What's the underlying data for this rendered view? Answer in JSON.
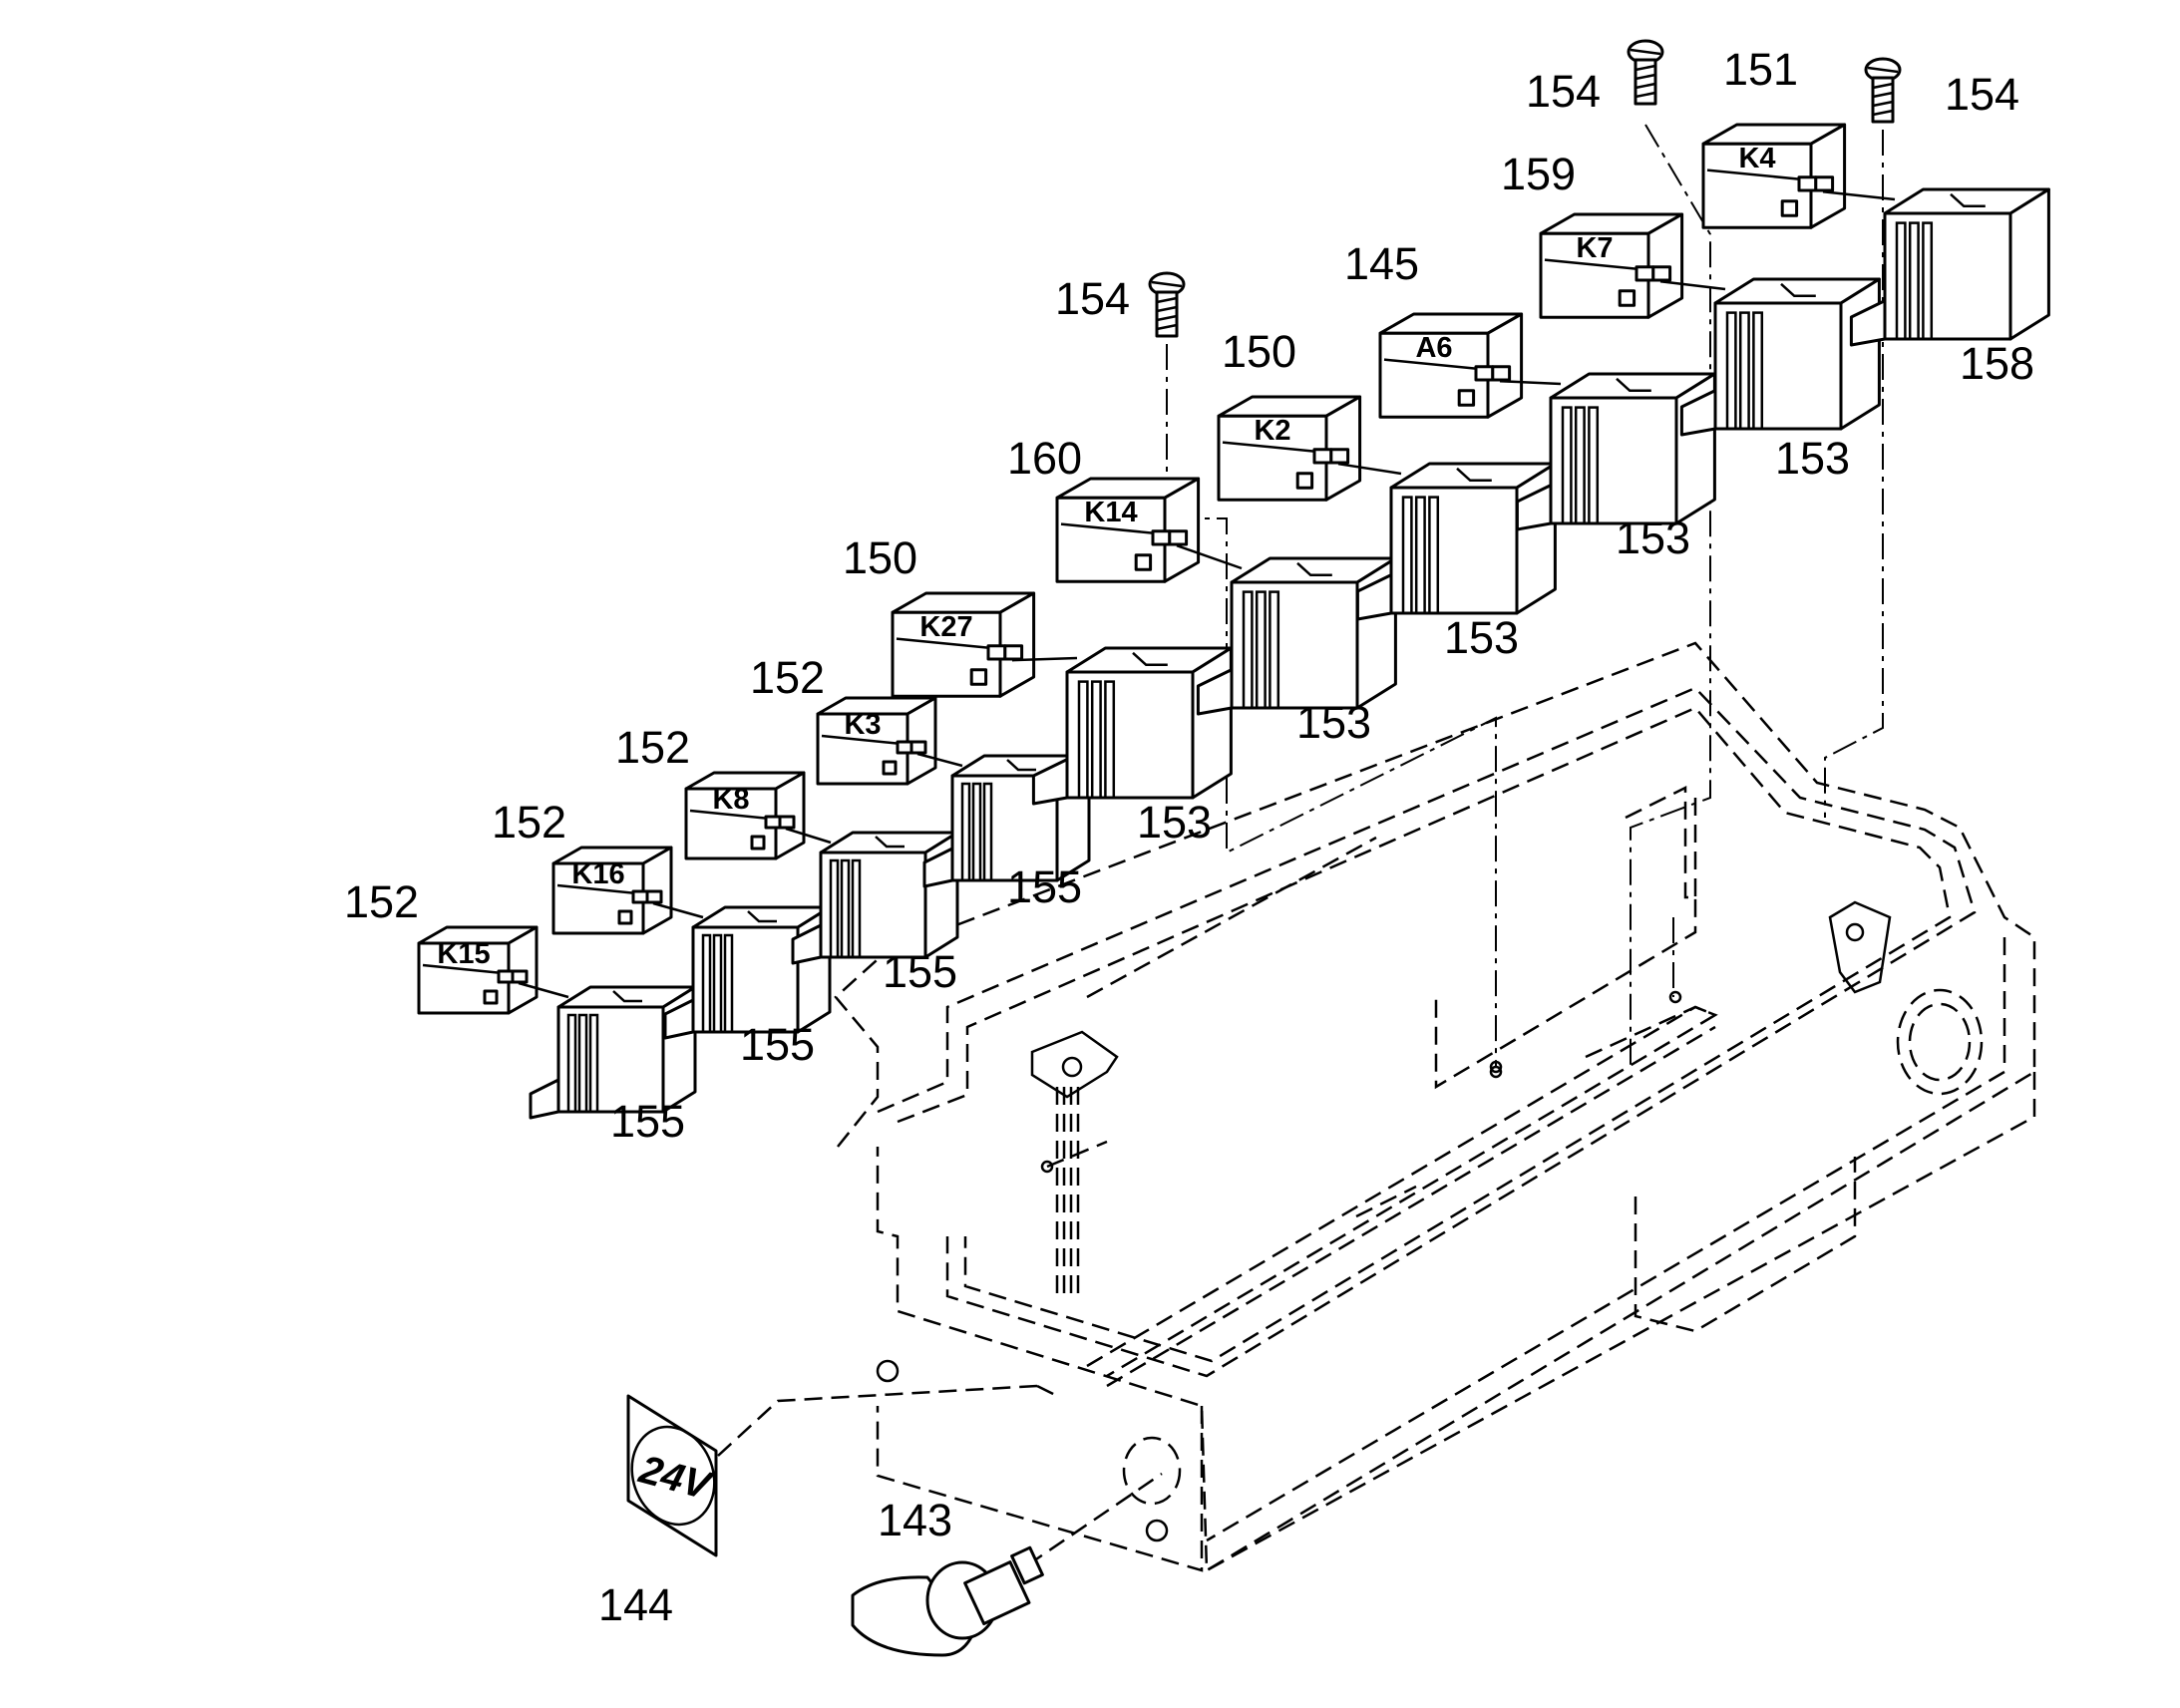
{
  "diagram": {
    "relays": [
      {
        "id": "K15",
        "label": "K15",
        "part": "152",
        "socket_part": "155"
      },
      {
        "id": "K16",
        "label": "K16",
        "part": "152",
        "socket_part": "155"
      },
      {
        "id": "K8",
        "label": "K8",
        "part": "152",
        "socket_part": "155"
      },
      {
        "id": "K3",
        "label": "K3",
        "part": "152",
        "socket_part": "155"
      },
      {
        "id": "K27",
        "label": "K27",
        "part": "150",
        "socket_part": "153"
      },
      {
        "id": "K14",
        "label": "K14",
        "part": "160",
        "socket_part": "153"
      },
      {
        "id": "K2",
        "label": "K2",
        "part": "150",
        "socket_part": "153"
      },
      {
        "id": "A6",
        "label": "A6",
        "part": "145",
        "socket_part": "153"
      },
      {
        "id": "K7",
        "label": "K7",
        "part": "159",
        "socket_part": "153"
      },
      {
        "id": "K4",
        "label": "K4",
        "part": "151",
        "socket_part": "158"
      }
    ],
    "screws": [
      {
        "id": "left",
        "part": "154"
      },
      {
        "id": "mid",
        "part": "154"
      },
      {
        "id": "right",
        "part": "154"
      }
    ],
    "symbol_plate": {
      "part": "144",
      "text": "24V"
    },
    "socket_connector": {
      "part": "143"
    }
  }
}
